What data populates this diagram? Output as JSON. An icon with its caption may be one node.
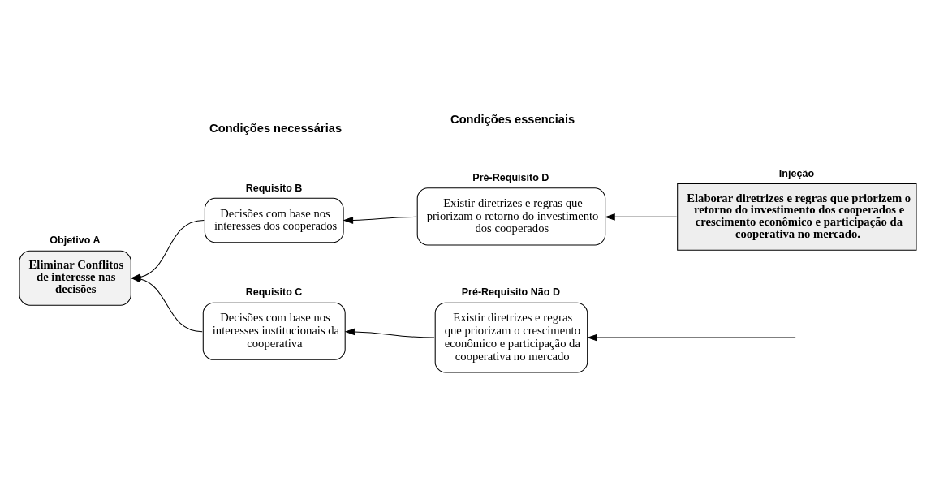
{
  "diagram": {
    "nodes": [
      {
        "text": [
          "Objetivo A",
          "Eliminar Conflitos de interesse nas decisões"
        ]
      },
      {
        "text": [
          "Requisito B",
          "Decisões com base nos interesses dos cooperados"
        ]
      },
      {
        "text": [
          "Requisito C",
          "Decisões com base nos interesses institucionais da cooperativa"
        ]
      },
      {
        "text": [
          "Pré-Requisito D",
          "Existir diretrizes e regras que priorizam o retorno do investimento dos cooperados"
        ]
      },
      {
        "text": [
          "Pré-Requisito Não D",
          "Existir diretrizes e regras que priorizam o crescimento econômico e participação da cooperativa no mercado"
        ]
      },
      {
        "text": [
          "Injeção",
          "Elaborar diretrizes e regras que priorizem o retorno do investimento dos cooperados e crescimento econômico e participação da cooperativa no mercado."
        ]
      }
    ],
    "edges": [
      {
        "from": 1,
        "to": 0,
        "arrow": "to"
      },
      {
        "from": 2,
        "to": 0,
        "arrow": "to"
      },
      {
        "from": 3,
        "to": 1,
        "arrow": "to"
      },
      {
        "from": 4,
        "to": 2,
        "arrow": "to"
      },
      {
        "from": 5,
        "to": 3,
        "arrow": "to"
      },
      {
        "from": null,
        "to": 4,
        "arrow": "to"
      }
    ],
    "labels": [
      "Condições necessárias",
      "Condições essenciais"
    ]
  }
}
